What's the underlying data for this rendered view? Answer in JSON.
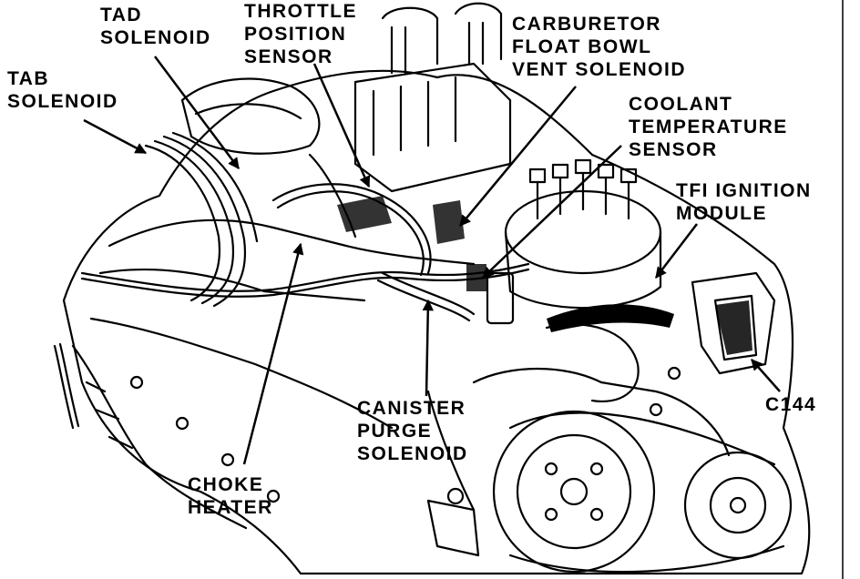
{
  "diagram": {
    "ink_color": "#000000",
    "paper_color": "#ffffff",
    "callouts": {
      "tad_solenoid": [
        "TAD",
        "SOLENOID"
      ],
      "tab_solenoid": [
        "TAB",
        "SOLENOID"
      ],
      "throttle_position_sensor": [
        "THROTTLE",
        "POSITION",
        "SENSOR"
      ],
      "carburetor_float_bowl_vent_solenoid": [
        "CARBURETOR",
        "FLOAT BOWL",
        "VENT SOLENOID"
      ],
      "coolant_temperature_sensor": [
        "COOLANT",
        "TEMPERATURE",
        "SENSOR"
      ],
      "tfi_ignition_module": [
        "TFI IGNITION",
        "MODULE"
      ],
      "c144": [
        "C144"
      ],
      "canister_purge_solenoid": [
        "CANISTER",
        "PURGE",
        "SOLENOID"
      ],
      "choke_heater": [
        "CHOKE",
        "HEATER"
      ]
    }
  }
}
